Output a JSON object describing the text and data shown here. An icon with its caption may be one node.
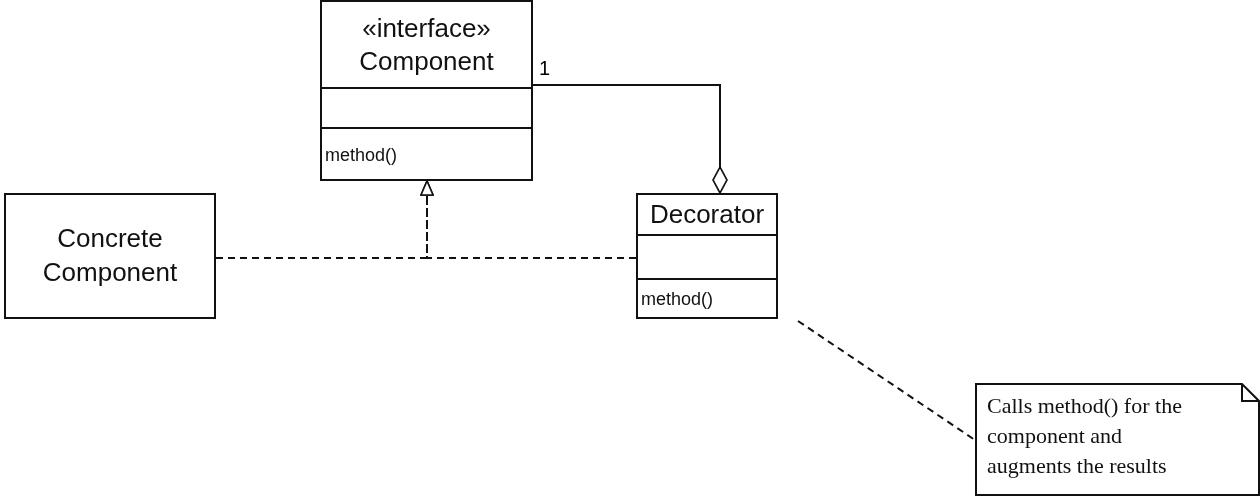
{
  "diagram": {
    "nodes": [
      {
        "text": [
          "«interface»",
          "Component",
          "method()"
        ]
      },
      {
        "text": [
          "Concrete Component"
        ]
      },
      {
        "text": [
          "Decorator",
          "method()"
        ]
      },
      {
        "text": [
          "Calls method() for the component and augments the results"
        ]
      }
    ],
    "edges": [
      {
        "from": 1,
        "to": 0,
        "arrow": "to",
        "style": "dashed"
      },
      {
        "from": 2,
        "to": 0,
        "arrow": "to",
        "style": "dashed"
      },
      {
        "from": 2,
        "to": 0,
        "arrow": "other",
        "label": "1"
      },
      {
        "from": 2,
        "to": 3,
        "arrow": "none",
        "style": "dashed"
      }
    ]
  }
}
